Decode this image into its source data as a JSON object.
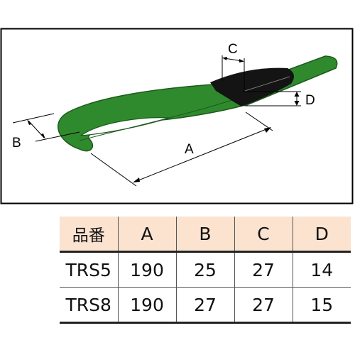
{
  "diagram": {
    "labels": {
      "a": "A",
      "b": "B",
      "c": "C",
      "d": "D"
    },
    "colors": {
      "sling": "#2f8a2e",
      "sling_dark": "#1d5a1c",
      "sleeve": "#141414"
    }
  },
  "table": {
    "headers": [
      "品番",
      "A",
      "B",
      "C",
      "D"
    ],
    "rows": [
      [
        "TRS5",
        "190",
        "25",
        "27",
        "14"
      ],
      [
        "TRS8",
        "190",
        "27",
        "27",
        "15"
      ]
    ]
  }
}
